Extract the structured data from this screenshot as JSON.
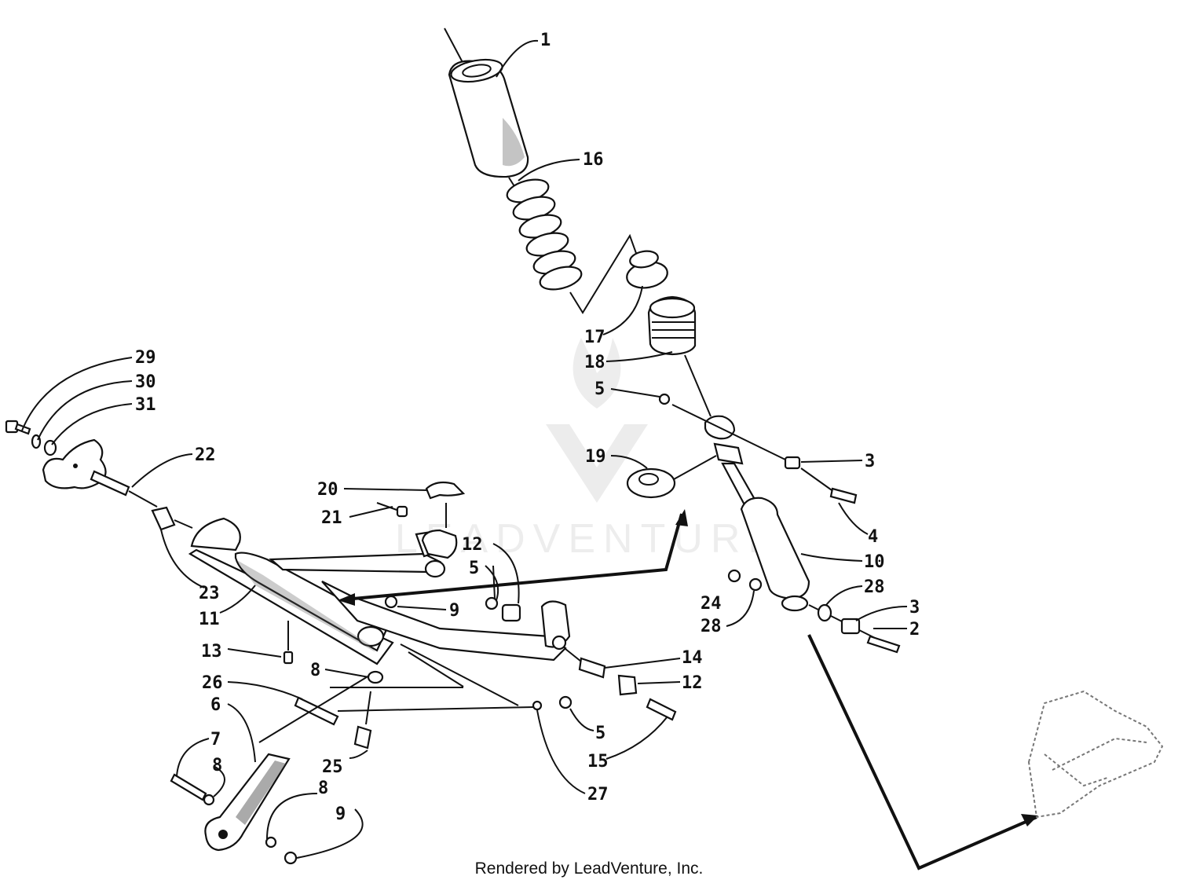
{
  "credit": "Rendered by LeadVenture, Inc.",
  "watermark": "LEADVENTURE",
  "callouts": [
    {
      "id": "c1",
      "label": "1"
    },
    {
      "id": "c16",
      "label": "16"
    },
    {
      "id": "c17",
      "label": "17"
    },
    {
      "id": "c18",
      "label": "18"
    },
    {
      "id": "c5a",
      "label": "5"
    },
    {
      "id": "c19",
      "label": "19"
    },
    {
      "id": "c3a",
      "label": "3"
    },
    {
      "id": "c4",
      "label": "4"
    },
    {
      "id": "c10",
      "label": "10"
    },
    {
      "id": "c28a",
      "label": "28"
    },
    {
      "id": "c24",
      "label": "24"
    },
    {
      "id": "c28b",
      "label": "28"
    },
    {
      "id": "c3b",
      "label": "3"
    },
    {
      "id": "c2",
      "label": "2"
    },
    {
      "id": "c29",
      "label": "29"
    },
    {
      "id": "c30",
      "label": "30"
    },
    {
      "id": "c31",
      "label": "31"
    },
    {
      "id": "c22",
      "label": "22"
    },
    {
      "id": "c20",
      "label": "20"
    },
    {
      "id": "c21",
      "label": "21"
    },
    {
      "id": "c12a",
      "label": "12"
    },
    {
      "id": "c5b",
      "label": "5"
    },
    {
      "id": "c23",
      "label": "23"
    },
    {
      "id": "c11",
      "label": "11"
    },
    {
      "id": "c9a",
      "label": "9"
    },
    {
      "id": "c13",
      "label": "13"
    },
    {
      "id": "c8a",
      "label": "8"
    },
    {
      "id": "c14",
      "label": "14"
    },
    {
      "id": "c12b",
      "label": "12"
    },
    {
      "id": "c26",
      "label": "26"
    },
    {
      "id": "c6",
      "label": "6"
    },
    {
      "id": "c5c",
      "label": "5"
    },
    {
      "id": "c15",
      "label": "15"
    },
    {
      "id": "c7",
      "label": "7"
    },
    {
      "id": "c8b",
      "label": "8"
    },
    {
      "id": "c25",
      "label": "25"
    },
    {
      "id": "c8c",
      "label": "8"
    },
    {
      "id": "c27",
      "label": "27"
    },
    {
      "id": "c9b",
      "label": "9"
    }
  ]
}
